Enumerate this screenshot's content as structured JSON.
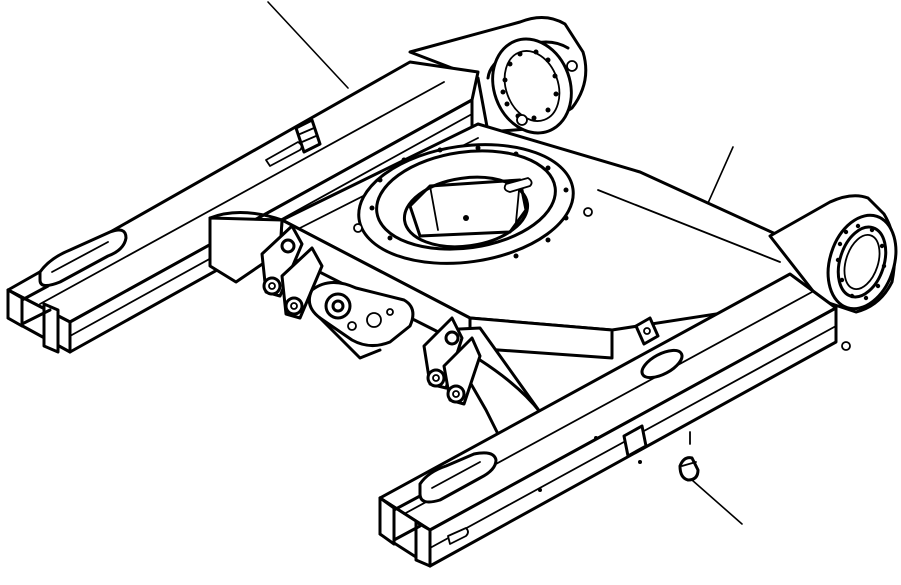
{
  "diagram": {
    "kind": "exploded-parts-view",
    "subject-icon": "undercarriage-track-frame-icon",
    "colors": {
      "line": "#000000",
      "background": "#ffffff"
    },
    "leaders": [
      "upper-left",
      "center-left",
      "center-right",
      "lower-right"
    ]
  }
}
